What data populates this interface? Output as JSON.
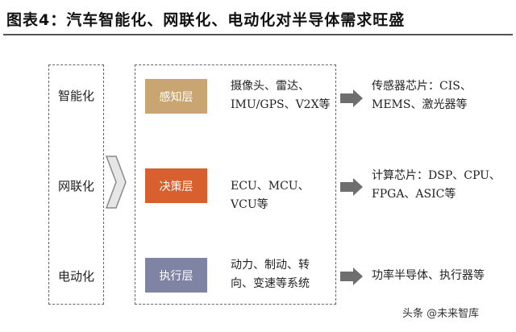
{
  "title": "图表4：汽车智能化、网联化、电动化对半导体需求旺盛",
  "left_labels": [
    "智能化",
    "网联化",
    "电动化"
  ],
  "layers": [
    {
      "name": "感知层",
      "color": "#c9a571",
      "detail_line1": "摄像头、雷达、",
      "detail_line2": "IMU/GPS、V2X等",
      "output_line1": "传感器芯片：CIS、",
      "output_line2": "MEMS、激光器等"
    },
    {
      "name": "决策层",
      "color": "#d8602f",
      "detail_line1": "ECU、MCU、VCU等",
      "detail_line2": "",
      "output_line1": "计算芯片：DSP、CPU、",
      "output_line2": "FPGA、ASIC等"
    },
    {
      "name": "执行层",
      "color": "#7f84a5",
      "detail_line1": "动力、制动、转",
      "detail_line2": "向、变速等系统",
      "output_line1": "功率半导体、执行器等",
      "output_line2": ""
    }
  ],
  "watermark": "头条 @未来智库"
}
